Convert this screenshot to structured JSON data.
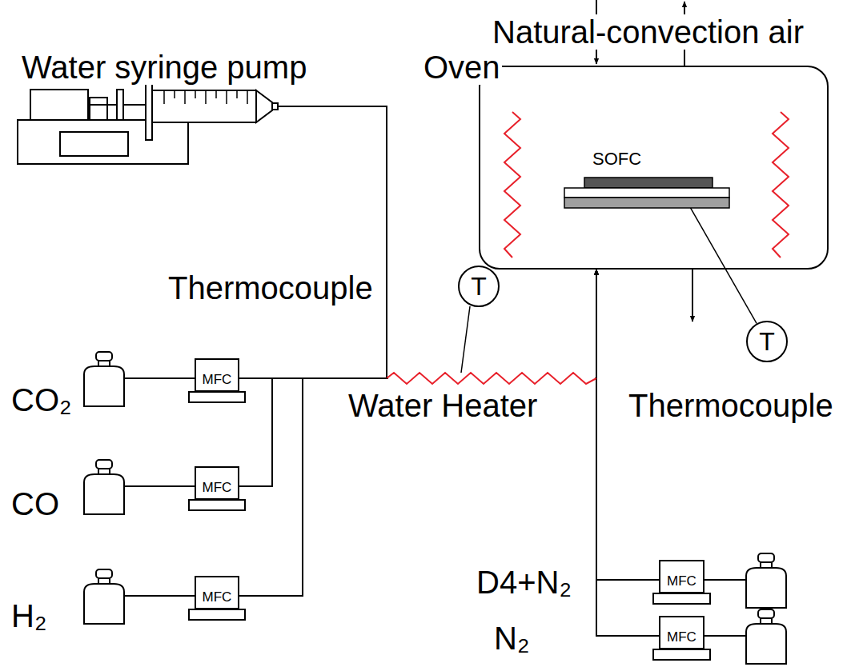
{
  "diagram": {
    "nodes": [
      {
        "text": [
          "SOFC"
        ]
      },
      {
        "text": [
          "T"
        ]
      },
      {
        "text": [
          "T"
        ]
      },
      {
        "text": [
          "MFC"
        ]
      },
      {
        "text": [
          "MFC"
        ]
      },
      {
        "text": [
          "MFC"
        ]
      },
      {
        "text": [
          "MFC"
        ]
      },
      {
        "text": [
          "MFC"
        ]
      }
    ],
    "edges": [
      {
        "from": 3,
        "to": 0,
        "arrow": "to"
      },
      {
        "from": 4,
        "to": 0,
        "arrow": "to"
      },
      {
        "from": 5,
        "to": 0,
        "arrow": "to"
      },
      {
        "from": 6,
        "to": 0,
        "arrow": "to"
      },
      {
        "from": 7,
        "to": 0,
        "arrow": "to"
      },
      {
        "from": 2,
        "to": 0,
        "arrow": "none"
      }
    ],
    "labels": [
      "Water syringe pump",
      "Oven",
      "Natural-convection air",
      "Thermocouple",
      "Water Heater",
      "CO₂",
      "CO",
      "H₂",
      "Thermocouple",
      "D4+N₂",
      "N₂"
    ]
  }
}
